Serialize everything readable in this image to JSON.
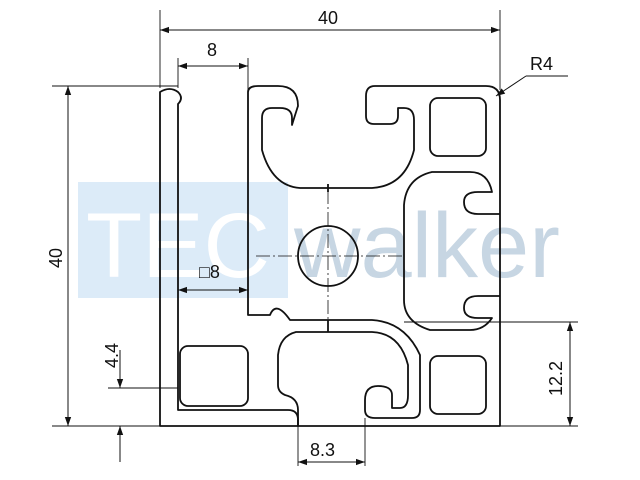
{
  "watermark": {
    "brand_part1": "TEC",
    "brand_part2": "walker",
    "box_color": "#dcebf8",
    "text_color": "#c7d6e3"
  },
  "dimensions": {
    "overall_width": "40",
    "overall_height": "40",
    "slot_width": "8",
    "corner_radius": "R4",
    "center_square": "□8",
    "wall_thickness": "4.4",
    "slot_opening": "8.3",
    "slot_offset": "12.2"
  },
  "colors": {
    "line": "#111111",
    "profile_fill": "#ffffff"
  }
}
